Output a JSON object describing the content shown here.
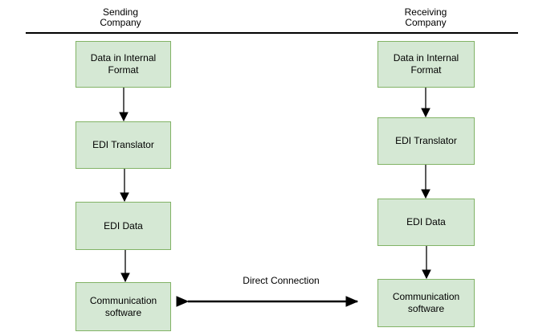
{
  "columns": {
    "sending": {
      "header": "Sending\nCompany",
      "boxes": [
        "Data in Internal Format",
        "EDI Translator",
        "EDI Data",
        "Communication software"
      ]
    },
    "receiving": {
      "header": "Receiving\nCompany",
      "boxes": [
        "Data in Internal Format",
        "EDI Translator",
        "EDI Data",
        "Communication software"
      ]
    }
  },
  "connection": {
    "label": "Direct Connection"
  },
  "colors": {
    "background": "#ffffff",
    "box_fill": "#d5e8d4",
    "box_border": "#82b366",
    "line": "#000000",
    "text": "#000000"
  }
}
